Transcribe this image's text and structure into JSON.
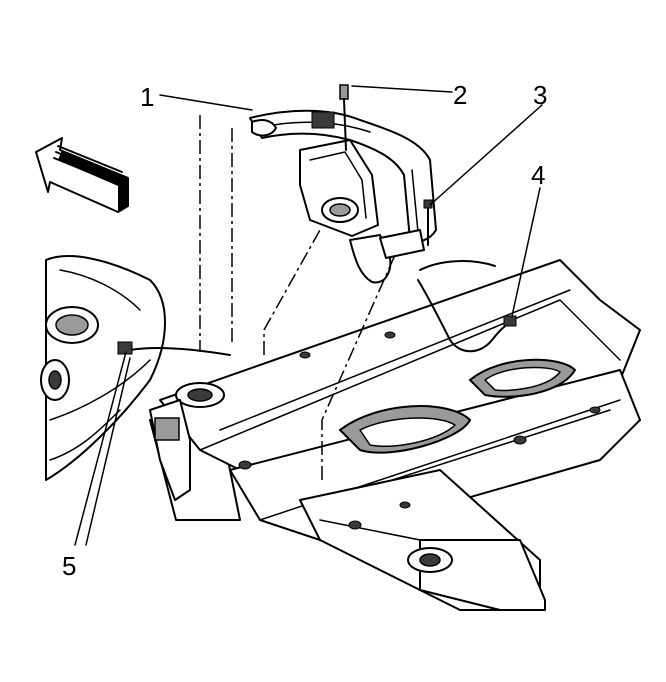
{
  "callouts": [
    {
      "id": "1",
      "label": "1"
    },
    {
      "id": "2",
      "label": "2"
    },
    {
      "id": "3",
      "label": "3"
    },
    {
      "id": "4",
      "label": "4"
    },
    {
      "id": "5",
      "label": "5"
    }
  ],
  "colors": {
    "ink": "#000000",
    "paper": "#ffffff",
    "shade": "#9a9a9a",
    "dark": "#3a3a3a"
  }
}
